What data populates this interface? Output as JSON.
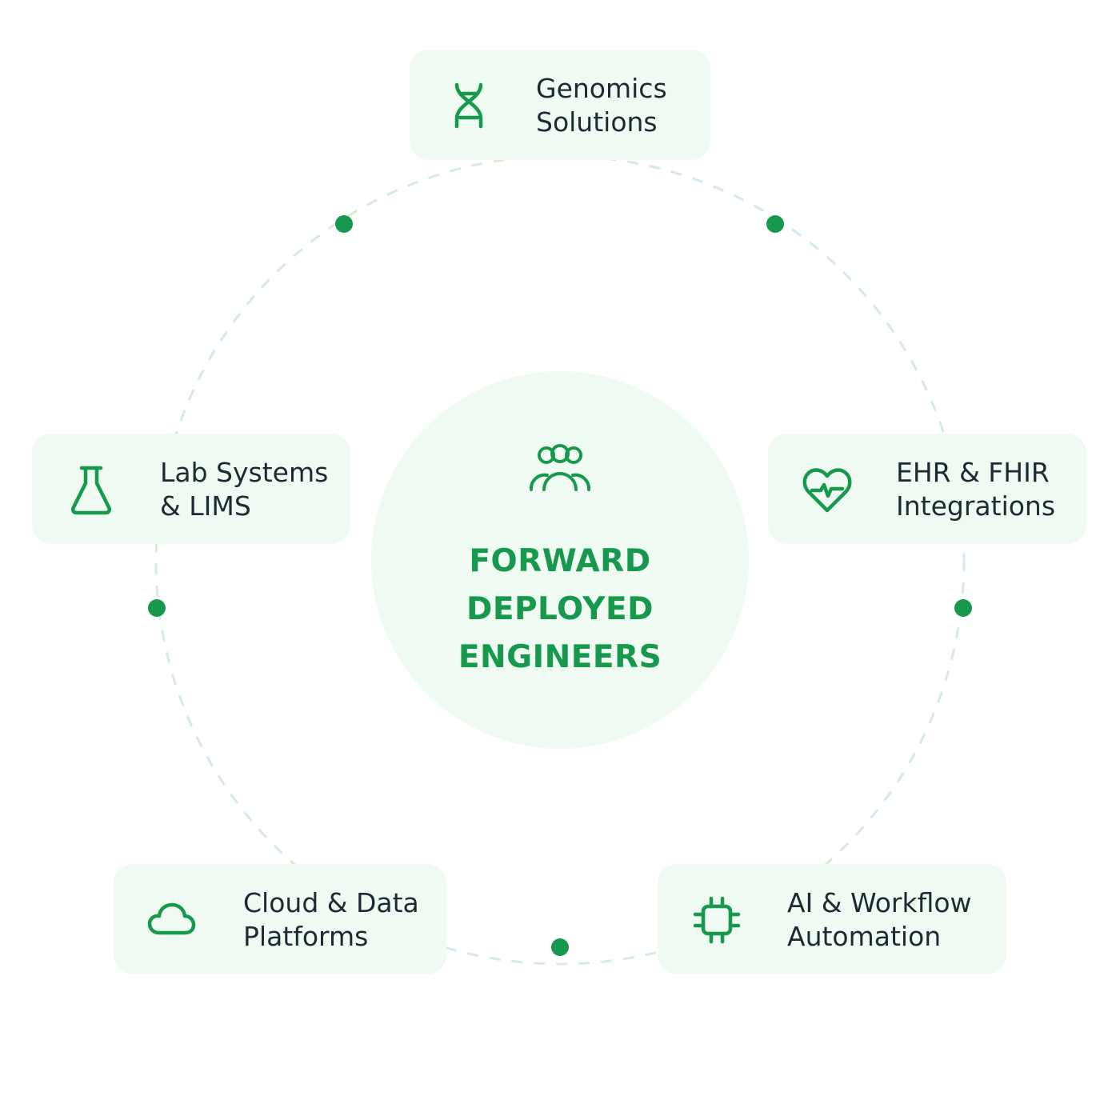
{
  "hub": {
    "title": "FORWARD\nDEPLOYED\nENGINEERS",
    "icon": "team-icon"
  },
  "nodes": [
    {
      "id": "genomics",
      "label": "Genomics\nSolutions",
      "icon": "dna-icon"
    },
    {
      "id": "ehr",
      "label": "EHR & FHIR\nIntegrations",
      "icon": "heart-pulse-icon"
    },
    {
      "id": "ai",
      "label": "AI & Workflow\nAutomation",
      "icon": "chip-icon"
    },
    {
      "id": "cloud",
      "label": "Cloud & Data\nPlatforms",
      "icon": "cloud-icon"
    },
    {
      "id": "lab",
      "label": "Lab Systems\n& LIMS",
      "icon": "flask-icon"
    }
  ],
  "colors": {
    "accent": "#16994c",
    "card_background": "#effbf2",
    "ring_dash": "#d5ecdc",
    "text": "#1e2a33"
  }
}
